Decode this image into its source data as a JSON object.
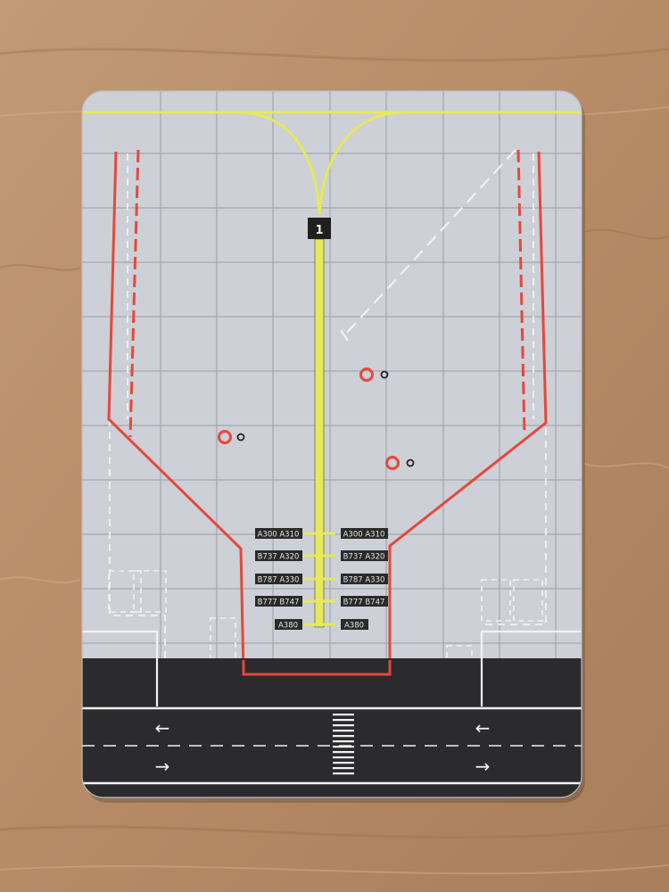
{
  "photo": {
    "subject": "airport-apron-playmat",
    "stand_number": "1",
    "aircraft_labels": [
      "A300 A310",
      "B737 A320",
      "B787 A330",
      "B777 B747",
      "A380"
    ],
    "arrows": [
      "←",
      "→"
    ],
    "colors": {
      "table_wood": "#b88e6a",
      "mat_gray": "#cdd0d6",
      "grid": "#a4a7ae",
      "lead_in_yellow": "#e7e95a",
      "stand_red": "#e5483c",
      "asphalt": "#2b2b2d",
      "marking_white": "#f2f2f2"
    }
  }
}
